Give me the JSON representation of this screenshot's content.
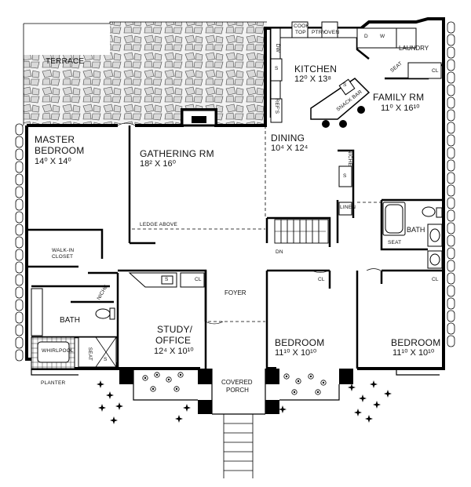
{
  "rooms": {
    "terrace": "TERRACE",
    "kitchen": {
      "name": "KITCHEN",
      "dims": "12⁰ X 13⁸"
    },
    "family_rm": {
      "name": "FAMILY RM",
      "dims": "11⁰ X 16¹⁰"
    },
    "laundry": "LAUNDRY",
    "dining": {
      "name": "DINING",
      "dims": "10⁴ X 12⁴"
    },
    "master_bedroom": {
      "name_line1": "MASTER",
      "name_line2": "BEDROOM",
      "dims": "14⁰ X 14⁰"
    },
    "gathering_rm": {
      "name": "GATHERING RM",
      "dims": "18² X 16⁰"
    },
    "walk_in_closet": {
      "line1": "WALK-IN",
      "line2": "CLOSET"
    },
    "master_bath": "BATH",
    "whirlpool": "WHIRLPOOL",
    "planter": "PLANTER",
    "foyer": "FOYER",
    "study": {
      "name_line1": "STUDY/",
      "name_line2": "OFFICE",
      "dims": "12⁴ X 10¹⁰"
    },
    "bedroom_2": {
      "name": "BEDROOM",
      "dims": "11¹⁰ X 10¹⁰"
    },
    "bedroom_3": {
      "name": "BEDROOM",
      "dims": "11¹⁰ X 10¹⁰"
    },
    "covered_porch": {
      "line1": "COVERED",
      "line2": "PORCH"
    },
    "bath_2": "BATH"
  },
  "fixtures": {
    "cook_top": {
      "line1": "COOK",
      "line2": "TOP"
    },
    "pantry": "PTRY",
    "oven": "OVEN",
    "dw": "DW",
    "refs": "REF'S",
    "snack_bar": "SNACK BAR",
    "niche_1": "NICHE",
    "niche_2": "NICHE",
    "linen": "LINEN",
    "seat_1": "SEAT",
    "seat_2": "SEAT",
    "seat_3": "SEAT",
    "cl_1": "CL",
    "cl_2": "CL",
    "cl_3": "CL",
    "cl_4": "CL",
    "ledge_above": "LEDGE ABOVE",
    "dn": "DN",
    "d": "D",
    "w": "W",
    "s_1": "S",
    "s_2": "S",
    "s_3": "S",
    "s_4": "S",
    "s_5": "S"
  }
}
